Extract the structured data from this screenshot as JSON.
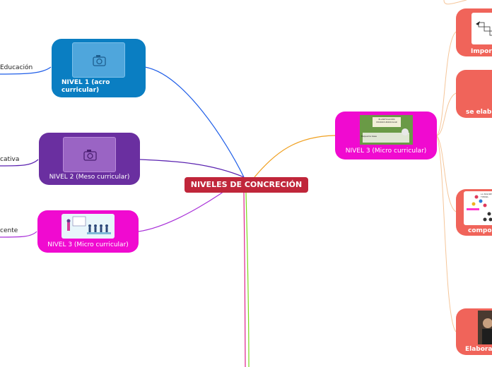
{
  "central": {
    "label": "NIVELES DE CONCRECIÓN"
  },
  "left_nodes": [
    {
      "label": "NIVEL 1 (acro curricular)",
      "edge_label": "Educación",
      "color": "#0a7ec2"
    },
    {
      "label": "NIVEL 2 (Meso curricular)",
      "edge_label": "cativa",
      "color": "#6a2fa0"
    },
    {
      "label": "NIVEL 3 (Micro curricular)",
      "edge_label": "cente",
      "color": "#f00ad0"
    }
  ],
  "right_node": {
    "label": "NIVEL 3 (Micro curricular)",
    "color": "#f00ad0",
    "thumb_text": "PLANIFICACIÓN MICROCURRICULAR",
    "thumb_subtext": "Esquema base"
  },
  "far_right_nodes": [
    {
      "label": "Impor",
      "color": "#f0645a"
    },
    {
      "label": "se elab",
      "color": "#f0645a"
    },
    {
      "label": "compo",
      "color": "#f0645a",
      "thumb_text": "LA MADRE TIERRA"
    },
    {
      "label": "Elabora",
      "color": "#f0645a"
    }
  ],
  "icons": [
    "camera-icon",
    "camera-icon"
  ]
}
